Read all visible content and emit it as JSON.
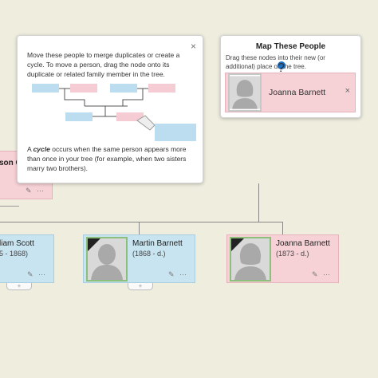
{
  "popup": {
    "intro": "Move these people to merge duplicates or create a cycle. To move a person, drag the node onto its duplicate or related family member in the tree.",
    "cycle_word": "cycle",
    "cycle_prefix": "A",
    "cycle_text": "occurs when the same person appears more than once in your tree (for example, when two sisters marry two brothers).",
    "close_glyph": "×"
  },
  "map_panel": {
    "title": "Map These People",
    "description": "Drag these nodes into their new (or additional) place on the tree.",
    "help_glyph": "?",
    "person": {
      "name": "Joanna Barnett",
      "remove_glyph": "×"
    }
  },
  "tree": {
    "left_top_partial": {
      "name": "son C"
    },
    "left_bottom_partial": {
      "name": "liam Scott",
      "dates": "5 - 1868)"
    },
    "martin": {
      "name": "Martin Barnett",
      "dates": "(1868 - d.)"
    },
    "joanna": {
      "name": "Joanna Barnett",
      "dates": "(1873 - d.)"
    },
    "tools_glyph": "✎ ⋯",
    "add_glyph": "+"
  }
}
